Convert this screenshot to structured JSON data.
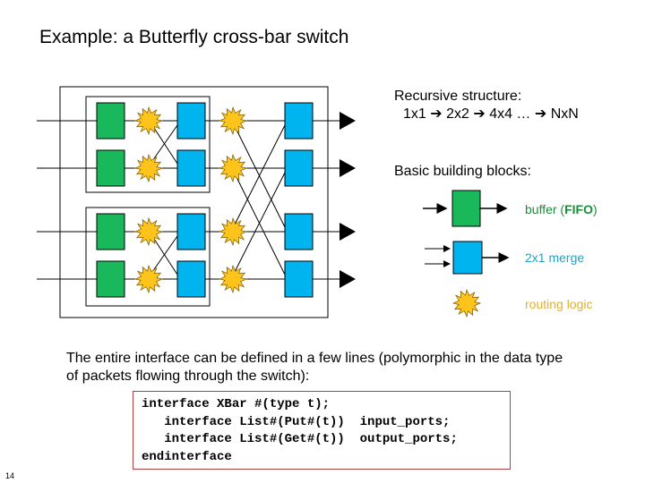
{
  "slide": {
    "title": "Example: a Butterfly cross-bar switch",
    "page_number": "14"
  },
  "diagram": {
    "name": "butterfly-crossbar-switch",
    "rows": 4,
    "stages": [
      "buffer",
      "routing",
      "merge",
      "routing",
      "merge"
    ]
  },
  "recursive": {
    "heading": "Recursive structure:",
    "sequence": "1x1 ➔ 2x2 ➔ 4x4 … ➔ NxN"
  },
  "blocks": {
    "heading": "Basic building blocks:",
    "items": [
      {
        "label": "buffer (",
        "label_bold": "FIFO",
        "label_end": ")",
        "color": "#1a8c3a"
      },
      {
        "label": "2x1 merge",
        "color": "#2aa0c0"
      },
      {
        "label": "routing logic",
        "color": "#e0b030"
      }
    ]
  },
  "colors": {
    "buffer": "#19b85a",
    "merge": "#00b4f0",
    "routing": "#ffc41c"
  },
  "description": "The entire interface can be defined in a few lines (polymorphic in the data type of packets flowing through the switch):",
  "code": [
    "interface XBar #(type t);",
    "   interface List#(Put#(t))  input_ports;",
    "   interface List#(Get#(t))  output_ports;",
    "endinterface"
  ]
}
